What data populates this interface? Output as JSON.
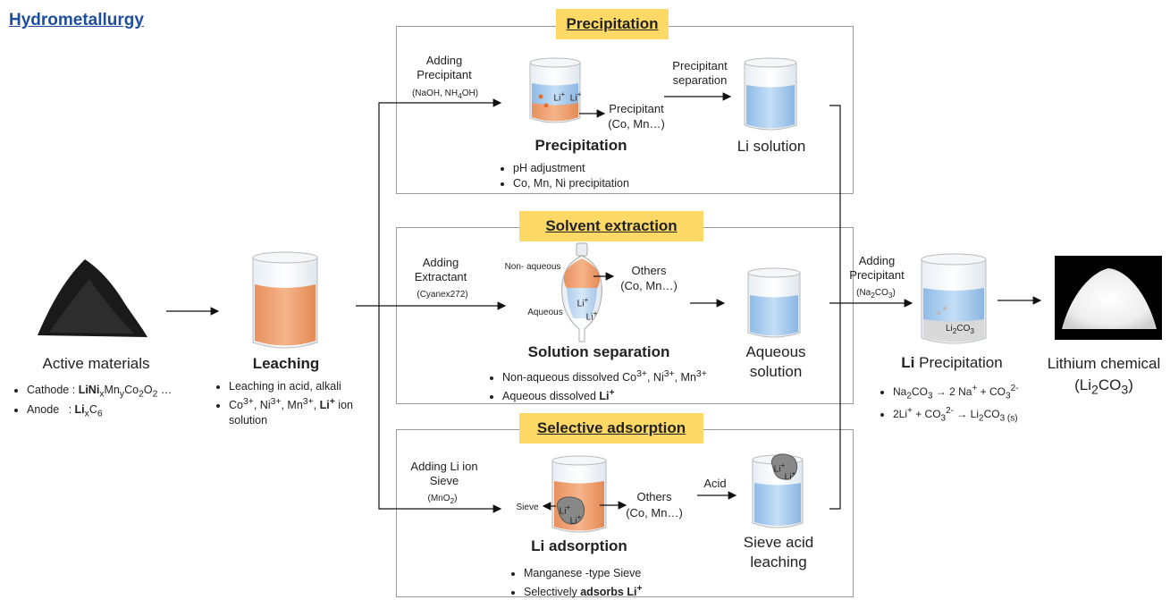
{
  "title": "Hydrometallurgy",
  "active": {
    "label": "Active materials",
    "bullets": [
      "Cathode : LiNixMnyCo2O2 …",
      "Anode    : LixC6"
    ]
  },
  "leaching": {
    "label": "Leaching",
    "bullets": [
      "Leaching in acid, alkali",
      "Co3+, Ni3+, Mn3+, Li+ ion solution"
    ]
  },
  "precipitation": {
    "tag": "Precipitation",
    "adding": "Adding Precipitant",
    "adding_sub": "(NaOH, NH4OH)",
    "beaker_li": "Li+  Li+",
    "out_label": "Precipitant",
    "out_sub": "(Co, Mn…)",
    "sep_label": "Precipitant separation",
    "step_label": "Precipitation",
    "result_label": "Li solution",
    "bullets": [
      "pH adjustment",
      "Co, Mn, Ni precipitation"
    ]
  },
  "solvent": {
    "tag": "Solvent extraction",
    "adding": "Adding Extractant",
    "adding_sub": "(Cyanex272)",
    "non_aqueous": "Non- aqueous",
    "aqueous": "Aqueous",
    "funnel_li1": "Li+",
    "funnel_li2": "Li+",
    "others": "Others",
    "others_sub": "(Co, Mn…)",
    "step_label": "Solution separation",
    "result_label": "Aqueous solution",
    "bullets": [
      "Non-aqueous dissolved Co3+, Ni3+, Mn3+",
      "Aqueous dissolved Li+"
    ]
  },
  "adsorption": {
    "tag": "Selective adsorption",
    "adding": "Adding Li ion Sieve",
    "adding_sub": "(MnO2)",
    "sieve": "Sieve",
    "li1": "Li+",
    "li2": "Li+",
    "others": "Others",
    "others_sub": "(Co, Mn…)",
    "acid": "Acid",
    "step_label": "Li adsorption",
    "result_label": "Sieve acid leaching",
    "bullets": [
      "Manganese -type Sieve",
      "Selectively adsorbs Li+"
    ]
  },
  "li_precip": {
    "adding": "Adding Precipitant",
    "adding_sub": "(Na2CO3)",
    "beaker_label": "Li2CO3",
    "label": "Li Precipitation",
    "bullets": [
      "Na2CO3 → 2 Na+ + CO3 2-",
      "2Li+ + CO3 2- → Li2CO3 (s)"
    ]
  },
  "product": {
    "label": "Lithium chemical",
    "formula": "(Li2CO3)"
  },
  "colors": {
    "title": "#1f4e9e",
    "tag_bg": "#ffd966",
    "orange_liquid": "#f0a070",
    "blue_liquid": "#a9cdf0",
    "panel_border": "#9a9a9a"
  }
}
